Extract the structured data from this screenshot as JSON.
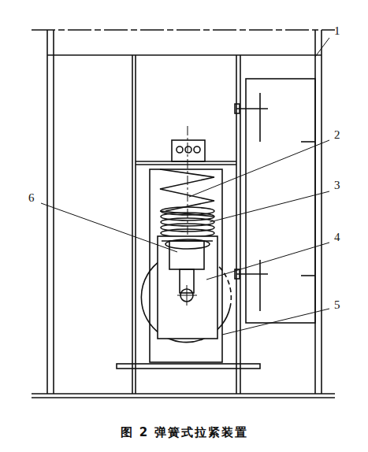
{
  "diagram": {
    "caption": "图 2 弹簧式拉紧装置",
    "labels": [
      "1",
      "2",
      "3",
      "4",
      "5",
      "6"
    ]
  }
}
